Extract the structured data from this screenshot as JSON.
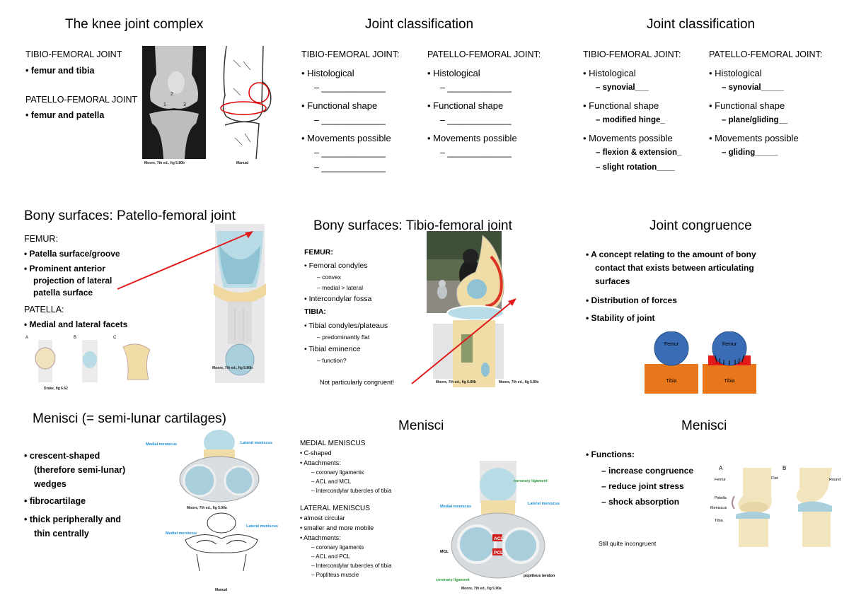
{
  "s1": {
    "title": "The knee joint complex",
    "tf_label": "TIBIO-FEMORAL JOINT",
    "tf_item": "femur and tibia",
    "pf_label": "PATELLO-FEMORAL JOINT",
    "pf_item": "femur and patella",
    "xray_numbers": [
      "1",
      "2",
      "3"
    ],
    "cap_xray": "Moore, 7th ed., fig 5.80b",
    "cap_manual": "Manual"
  },
  "s2": {
    "title": "Joint classification",
    "col1_head": "TIBIO-FEMORAL JOINT:",
    "col2_head": "PATELLO-FEMORAL JOINT:",
    "items": [
      "Histological",
      "Functional shape",
      "Movements possible"
    ],
    "blank": "– _____________"
  },
  "s3": {
    "title": "Joint classification",
    "col1_head": "TIBIO-FEMORAL JOINT:",
    "col2_head": "PATELLO-FEMORAL JOINT:",
    "items": [
      "Histological",
      "Functional shape",
      "Movements possible"
    ],
    "col1_answers": [
      "– synovial___",
      "– modified hinge_",
      "– flexion & extension_",
      "– slight rotation____"
    ],
    "col2_answers": [
      "– synovial_____",
      "– plane/gliding__",
      "– gliding_____"
    ]
  },
  "s4": {
    "title": "Bony surfaces: Patello-femoral joint",
    "femur": "FEMUR:",
    "femur_items": [
      "Patella surface/groove",
      "Prominent anterior",
      "projection of lateral",
      "patella surface"
    ],
    "patella": "PATELLA:",
    "patella_items": [
      "Medial and lateral facets"
    ],
    "cap_moore": "Moore, 7th ed., fig 5.80b",
    "cap_drake": "Drake, fig 6.62",
    "panel_labels": [
      "A",
      "B",
      "C"
    ]
  },
  "s5": {
    "title": "Bony surfaces: Tibio-femoral joint",
    "femur": "FEMUR:",
    "femur_items": [
      "Femoral condyles",
      "– convex",
      "– medial > lateral",
      "Intercondylar fossa"
    ],
    "tibia": "TIBIA:",
    "tibia_items": [
      "Tibial condyles/plateaus",
      "– predominantly flat",
      "Tibial eminence",
      "– function?"
    ],
    "note": "Not particularly congruent!",
    "cap1": "Moore, 7th ed., fig 5.80b",
    "cap2": "Moore, 7th ed., fig 5.80e"
  },
  "s6": {
    "title": "Joint congruence",
    "items": [
      "A concept relating to the amount of bony",
      "contact that exists between articulating",
      "surfaces",
      "Distribution of forces",
      "Stability of joint"
    ],
    "femur": "Femur",
    "tibia": "Tibia"
  },
  "s7": {
    "title": "Menisci (= semi-lunar cartilages)",
    "items": [
      "crescent-shaped",
      "(therefore semi-lunar)",
      "wedges",
      "fibrocartilage",
      "thick peripherally and",
      "thin centrally"
    ],
    "lbl_medial": "Medial meniscus",
    "lbl_lateral": "Lateral meniscus",
    "cap1": "Moore, 7th ed., fig 5.90a",
    "cap2": "Manual"
  },
  "s8": {
    "title": "Menisci",
    "medial": "MEDIAL MENISCUS",
    "medial_items": [
      "C-shaped",
      "Attachments:",
      "– coronary ligaments",
      "– ACL and MCL",
      "– Intercondylar tubercles of tibia"
    ],
    "lateral": "LATERAL MENISCUS",
    "lateral_items": [
      "almost circular",
      "smaller and more mobile",
      "Attachments:",
      "– coronary ligaments",
      "– ACL and PCL",
      "– Intercondylar tubercles of tibia",
      "– Popliteus muscle"
    ],
    "lbl_coronary": "coronary ligament",
    "lbl_medial": "Medial meniscus",
    "lbl_lateral": "Lateral meniscus",
    "lbl_acl": "ACL",
    "lbl_pcl": "PCL",
    "lbl_mcl": "MCL",
    "lbl_popliteus": "popliteus tendon",
    "cap": "Moore, 7th ed., fig 5.90a"
  },
  "s9": {
    "title": "Menisci",
    "functions": "Functions:",
    "items": [
      "– increase congruence",
      "– reduce joint stress",
      "– shock absorption"
    ],
    "note": "Still quite incongruent",
    "panel_a": "A",
    "panel_b": "B",
    "labels_a": [
      "Femur",
      "Patella",
      "Meniscus",
      "Tibia"
    ],
    "labels_b": [
      "Flat",
      "Round"
    ]
  },
  "colors": {
    "arrow": "#e01b1b",
    "femur_ball": "#3a6db5",
    "tibia_block": "#e8761a",
    "label_blue": "#1a8fd8"
  }
}
